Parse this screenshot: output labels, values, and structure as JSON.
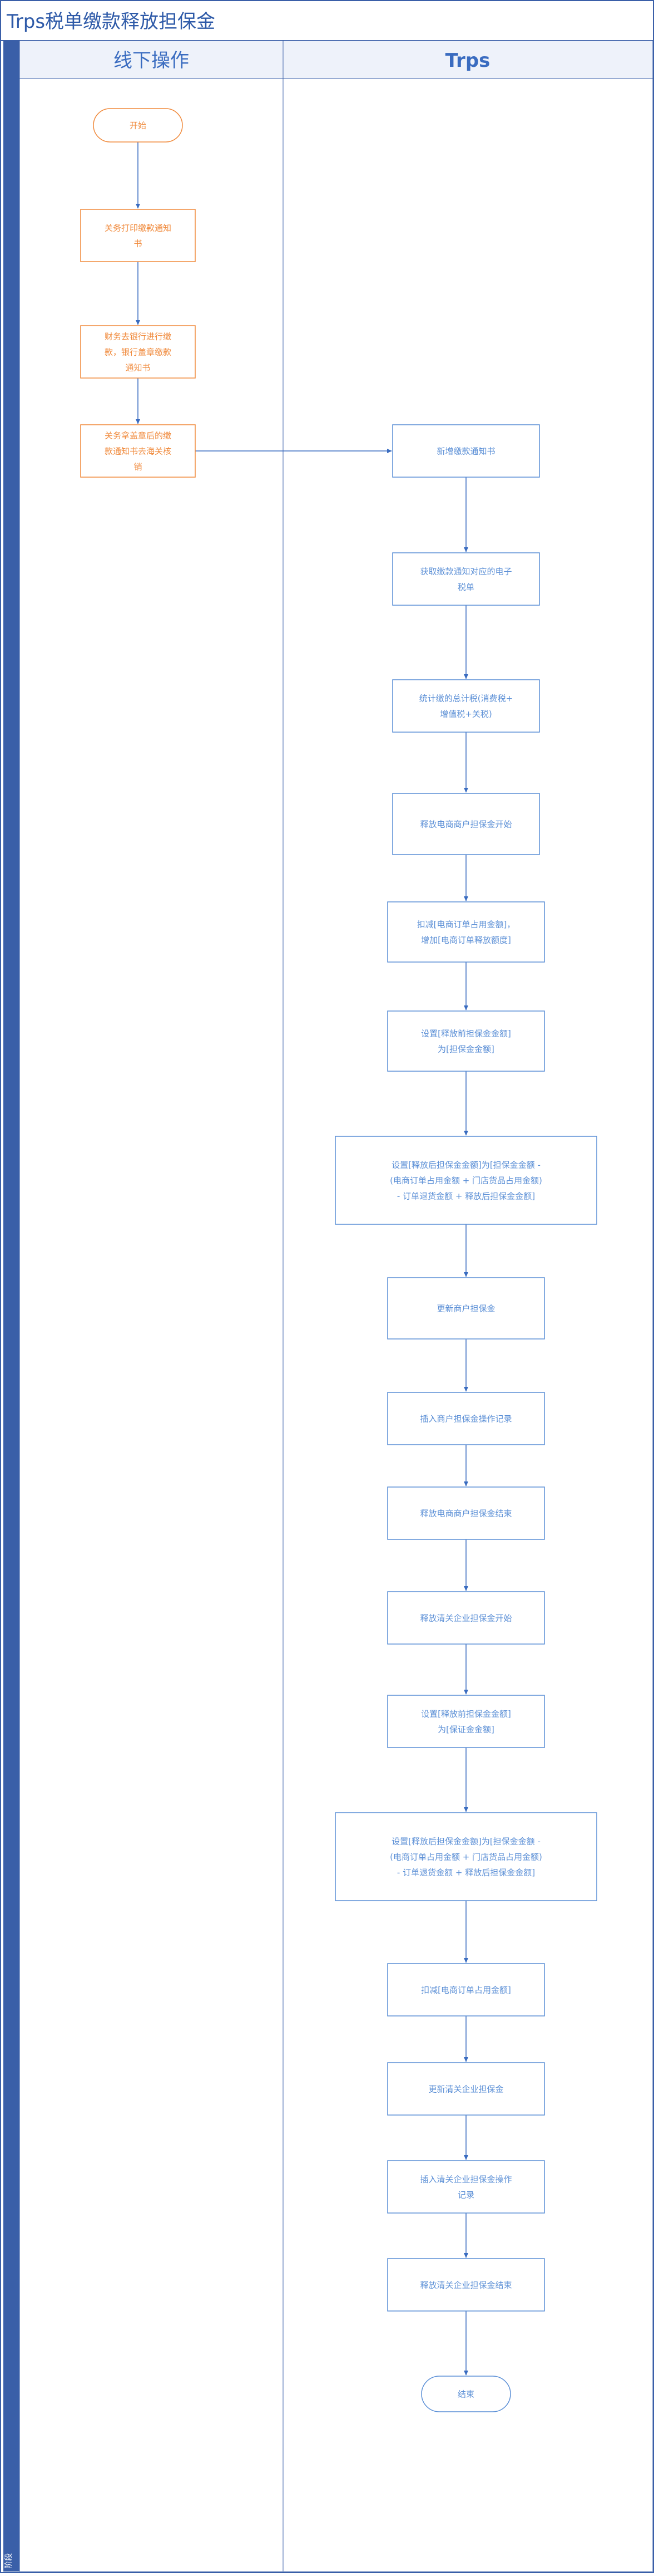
{
  "diagram": {
    "title": "Trps税单缴款释放担保金",
    "phase_label": "阶段",
    "lanes": [
      {
        "id": "offline",
        "label": "线下操作"
      },
      {
        "id": "trps",
        "label": "Trps"
      }
    ],
    "colors": {
      "frame": "#3a5fa8",
      "lane_header_bg": "#eef2fa",
      "lane_header_text": "#3a6cc0",
      "offline": "#f08a3c",
      "trps": "#5b8fd6",
      "arrow": "#3a6cc0"
    },
    "nodes": [
      {
        "id": "start",
        "lane": "offline",
        "shape": "terminal",
        "lines": [
          "开始"
        ]
      },
      {
        "id": "o1",
        "lane": "offline",
        "shape": "process",
        "lines": [
          "关务打印缴款通知",
          "书"
        ]
      },
      {
        "id": "o2",
        "lane": "offline",
        "shape": "process",
        "lines": [
          "财务去银行进行缴",
          "款，银行盖章缴款",
          "通知书"
        ]
      },
      {
        "id": "o3",
        "lane": "offline",
        "shape": "process",
        "lines": [
          "关务拿盖章后的缴",
          "款通知书去海关核",
          "销"
        ]
      },
      {
        "id": "t1",
        "lane": "trps",
        "shape": "process",
        "lines": [
          "新增缴款通知书"
        ]
      },
      {
        "id": "t2",
        "lane": "trps",
        "shape": "process",
        "lines": [
          "获取缴款通知对应的电子",
          "税单"
        ]
      },
      {
        "id": "t3",
        "lane": "trps",
        "shape": "process",
        "lines": [
          "统计缴的总计税(消费税+",
          "增值税+关税)"
        ]
      },
      {
        "id": "t4",
        "lane": "trps",
        "shape": "process",
        "lines": [
          "释放电商商户担保金开始"
        ]
      },
      {
        "id": "t5",
        "lane": "trps",
        "shape": "process",
        "lines": [
          "扣减[电商订单占用金额]，",
          "增加[电商订单释放额度]"
        ]
      },
      {
        "id": "t6",
        "lane": "trps",
        "shape": "process",
        "lines": [
          "设置[释放前担保金金额]",
          "为[担保金金额]"
        ]
      },
      {
        "id": "t7",
        "lane": "trps",
        "shape": "process",
        "lines": [
          "设置[释放后担保金金额]为[担保金金额  -",
          "(电商订单占用金额 + 门店货品占用金额)",
          "-  订单退货金额  + 释放后担保金金额]"
        ]
      },
      {
        "id": "t8",
        "lane": "trps",
        "shape": "process",
        "lines": [
          "更新商户担保金"
        ]
      },
      {
        "id": "t9",
        "lane": "trps",
        "shape": "process",
        "lines": [
          "插入商户担保金操作记录"
        ]
      },
      {
        "id": "t10",
        "lane": "trps",
        "shape": "process",
        "lines": [
          "释放电商商户担保金结束"
        ]
      },
      {
        "id": "t11",
        "lane": "trps",
        "shape": "process",
        "lines": [
          "释放清关企业担保金开始"
        ]
      },
      {
        "id": "t12",
        "lane": "trps",
        "shape": "process",
        "lines": [
          "设置[释放前担保金金额]",
          "为[保证金金额]"
        ]
      },
      {
        "id": "t13",
        "lane": "trps",
        "shape": "process",
        "lines": [
          "设置[释放后担保金金额]为[担保金金额  -",
          "(电商订单占用金额 + 门店货品占用金额)",
          "-  订单退货金额  + 释放后担保金金额]"
        ]
      },
      {
        "id": "t14",
        "lane": "trps",
        "shape": "process",
        "lines": [
          "扣减[电商订单占用金额]"
        ]
      },
      {
        "id": "t15",
        "lane": "trps",
        "shape": "process",
        "lines": [
          "更新清关企业担保金"
        ]
      },
      {
        "id": "t16",
        "lane": "trps",
        "shape": "process",
        "lines": [
          "插入清关企业担保金操作",
          "记录"
        ]
      },
      {
        "id": "t17",
        "lane": "trps",
        "shape": "process",
        "lines": [
          "释放清关企业担保金结束"
        ]
      },
      {
        "id": "end",
        "lane": "trps",
        "shape": "terminal",
        "lines": [
          "结束"
        ]
      }
    ],
    "edges": [
      [
        "start",
        "o1"
      ],
      [
        "o1",
        "o2"
      ],
      [
        "o2",
        "o3"
      ],
      [
        "o3",
        "t1"
      ],
      [
        "t1",
        "t2"
      ],
      [
        "t2",
        "t3"
      ],
      [
        "t3",
        "t4"
      ],
      [
        "t4",
        "t5"
      ],
      [
        "t5",
        "t6"
      ],
      [
        "t6",
        "t7"
      ],
      [
        "t7",
        "t8"
      ],
      [
        "t8",
        "t9"
      ],
      [
        "t9",
        "t10"
      ],
      [
        "t10",
        "t11"
      ],
      [
        "t11",
        "t12"
      ],
      [
        "t12",
        "t13"
      ],
      [
        "t13",
        "t14"
      ],
      [
        "t14",
        "t15"
      ],
      [
        "t15",
        "t16"
      ],
      [
        "t16",
        "t17"
      ],
      [
        "t17",
        "end"
      ]
    ]
  }
}
